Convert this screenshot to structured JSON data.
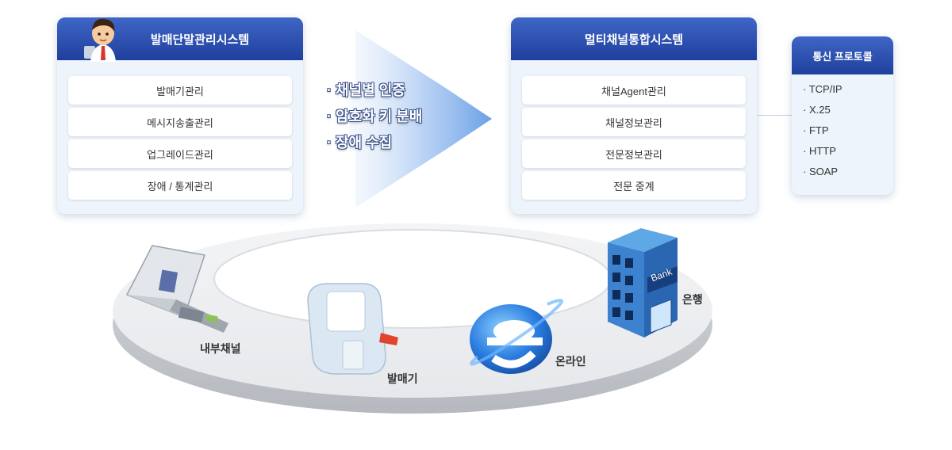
{
  "left_panel": {
    "title": "발매단말관리시스템",
    "items": [
      "발매기관리",
      "메시지송출관리",
      "업그레이드관리",
      "장애 / 통계관리"
    ]
  },
  "arrow_bullets": [
    "· 채널별 인증",
    "· 암호화 키 분배",
    "· 장애 수집"
  ],
  "center_panel": {
    "title": "멀티채널통합시스템",
    "items": [
      "채널Agent관리",
      "채널정보관리",
      "전문정보관리",
      "전문 중계"
    ]
  },
  "protocol_panel": {
    "title": "통신 프로토콜",
    "items": [
      "· TCP/IP",
      "· X.25",
      "· FTP",
      "· HTTP",
      "· SOAP"
    ]
  },
  "ring_labels": {
    "internal": "내부채널",
    "kiosk": "발매기",
    "online": "온라인",
    "bank": "은행",
    "bank_sign": "Bank"
  }
}
